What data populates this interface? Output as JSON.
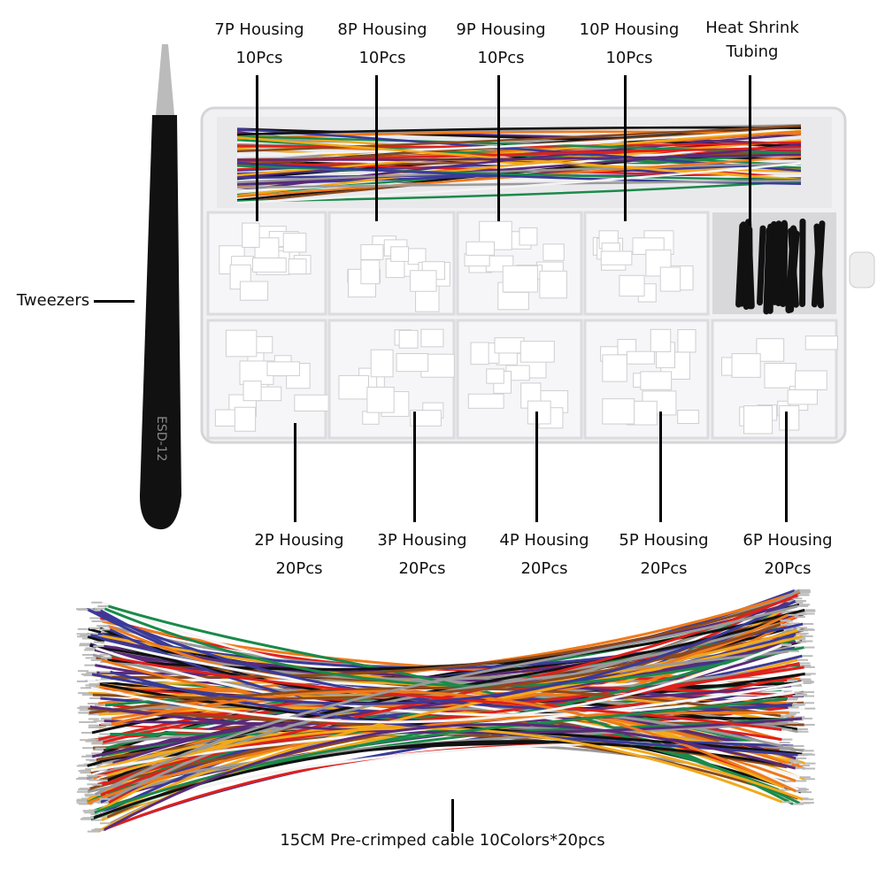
{
  "top_labels": [
    {
      "name": "7P Housing",
      "qty": "10Pcs"
    },
    {
      "name": "8P Housing",
      "qty": "10Pcs"
    },
    {
      "name": "9P Housing",
      "qty": "10Pcs"
    },
    {
      "name": "10P Housing",
      "qty": "10Pcs"
    },
    {
      "name": "Heat Shrink",
      "qty": "Tubing"
    }
  ],
  "bottom_labels": [
    {
      "name": "2P Housing",
      "qty": "20Pcs"
    },
    {
      "name": "3P Housing",
      "qty": "20Pcs"
    },
    {
      "name": "4P Housing",
      "qty": "20Pcs"
    },
    {
      "name": "5P Housing",
      "qty": "20Pcs"
    },
    {
      "name": "6P Housing",
      "qty": "20Pcs"
    }
  ],
  "tweezers_label": "Tweezers",
  "tweezers_marking": "ESD-12",
  "cable_label": "15CM Pre-crimped cable 10Colors*20pcs",
  "wire_colors": [
    "#111111",
    "#8b4a1e",
    "#e0201c",
    "#f07a1a",
    "#f2a91a",
    "#1a8a4a",
    "#3a3a9a",
    "#5a2a7a",
    "#9a9a9a",
    "#f4f4f4"
  ]
}
